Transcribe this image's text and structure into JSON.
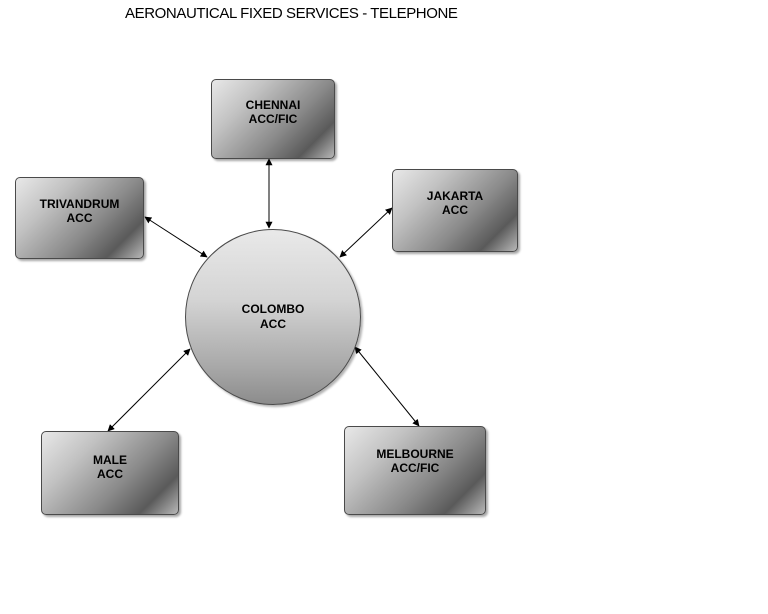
{
  "title": "AERONAUTICAL FIXED SERVICES - TELEPHONE",
  "hub": {
    "label": "COLOMBO\nACC"
  },
  "nodes": [
    {
      "id": "chennai",
      "label": "CHENNAI\nACC/FIC"
    },
    {
      "id": "trivandrum",
      "label": "TRIVANDRUM\nACC"
    },
    {
      "id": "jakarta",
      "label": "JAKARTA\nACC"
    },
    {
      "id": "male",
      "label": "MALE\nACC"
    },
    {
      "id": "melbourne",
      "label": "MELBOURNE\nACC/FIC"
    }
  ],
  "connections": [
    {
      "from": "COLOMBO ACC",
      "to": "CHENNAI ACC/FIC",
      "type": "bidirectional"
    },
    {
      "from": "COLOMBO ACC",
      "to": "TRIVANDRUM ACC",
      "type": "bidirectional"
    },
    {
      "from": "COLOMBO ACC",
      "to": "JAKARTA ACC",
      "type": "bidirectional"
    },
    {
      "from": "COLOMBO ACC",
      "to": "MALE ACC",
      "type": "bidirectional"
    },
    {
      "from": "COLOMBO ACC",
      "to": "MELBOURNE ACC/FIC",
      "type": "bidirectional"
    }
  ]
}
